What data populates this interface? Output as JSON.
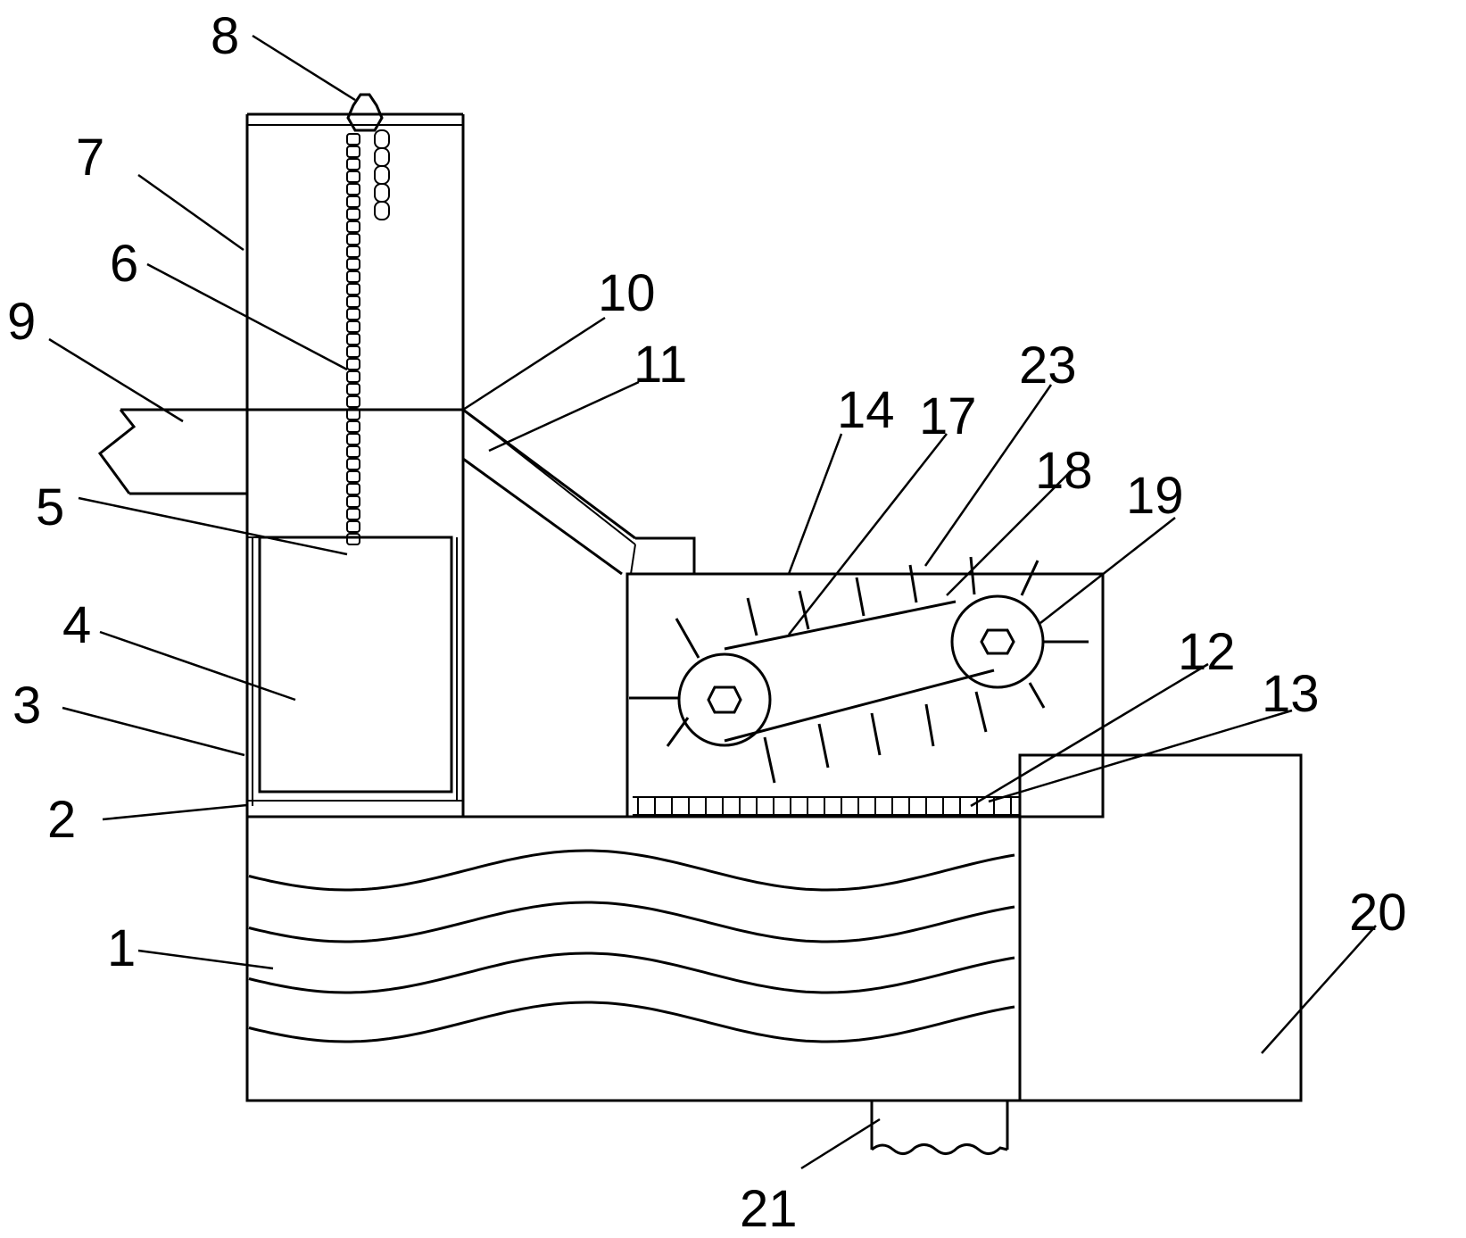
{
  "labels": {
    "l1": "1",
    "l2": "2",
    "l3": "3",
    "l4": "4",
    "l5": "5",
    "l6": "6",
    "l7": "7",
    "l8": "8",
    "l9": "9",
    "l10": "10",
    "l11": "11",
    "l12": "12",
    "l13": "13",
    "l14": "14",
    "l17": "17",
    "l18": "18",
    "l19": "19",
    "l20": "20",
    "l21": "21",
    "l23": "23"
  }
}
